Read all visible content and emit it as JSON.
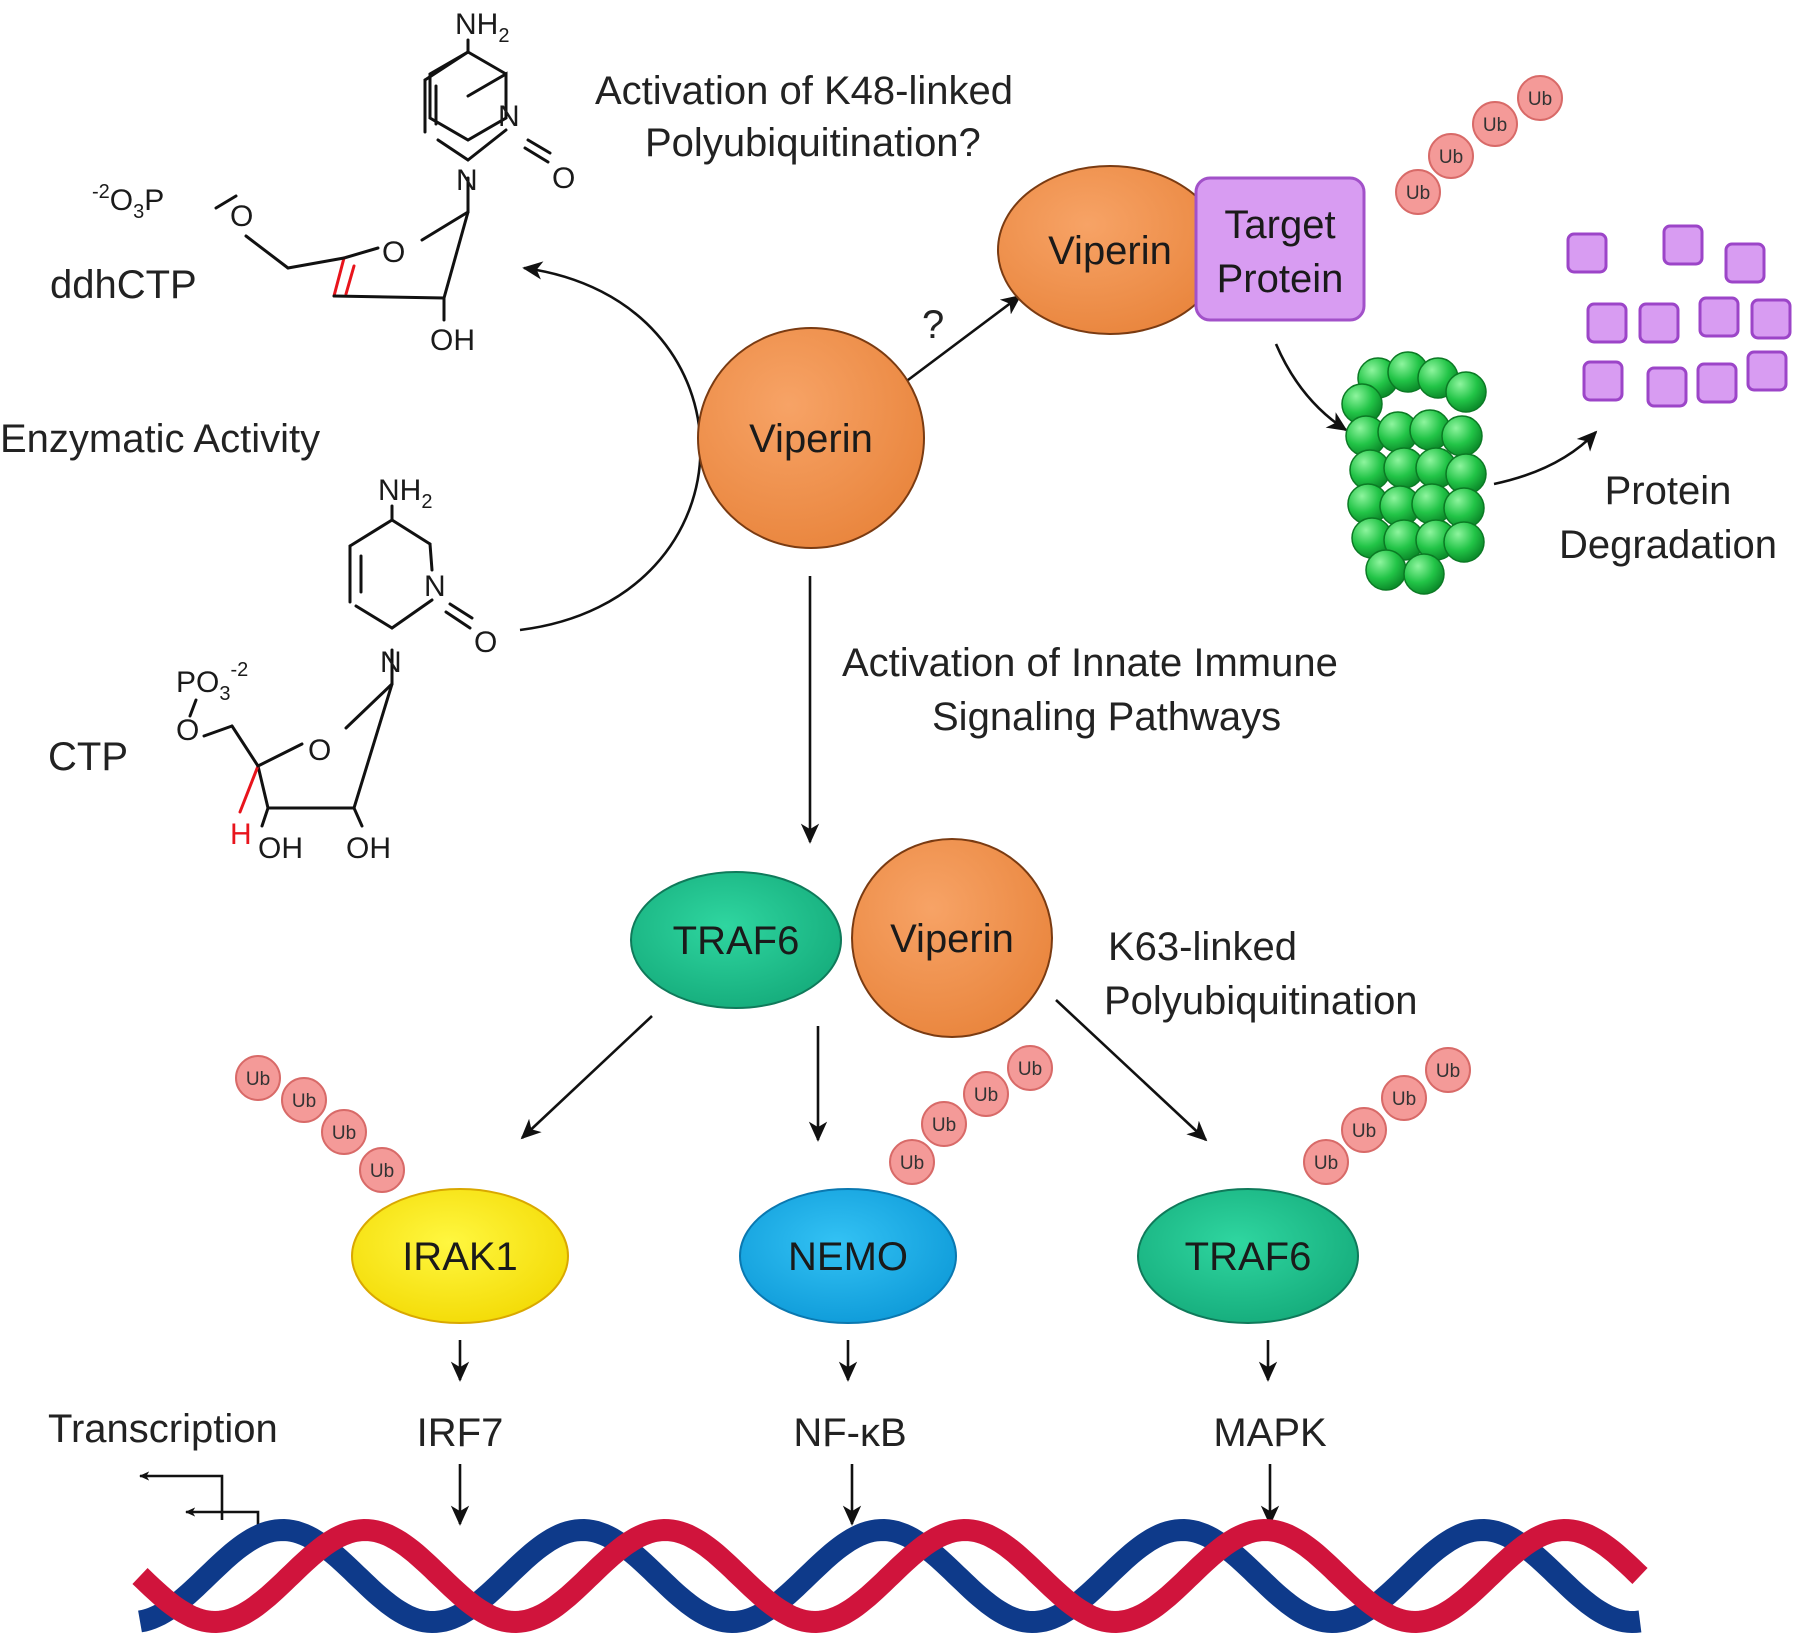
{
  "colors": {
    "viperin": "#f08c45",
    "traf6": "#1fbf8c",
    "irak1": "#fff000",
    "nemo": "#14aee8",
    "ubiquitin": "#f49a98",
    "target_protein": "#d89cf2",
    "proteasome": "#22c447",
    "dna_red": "#d0143c",
    "dna_blue": "#0e3a8a",
    "highlight_red": "#e8141c"
  },
  "labels": {
    "k48_line1": "Activation of K48-linked",
    "k48_line2": "Polyubiquitination?",
    "question_mark": "?",
    "enzymatic_activity": "Enzymatic Activity",
    "innate_line1": "Activation of Innate Immune",
    "innate_line2": "Signaling Pathways",
    "k63_line1": "K63-linked",
    "k63_line2": "Polyubiquitination",
    "degradation_line1": "Protein",
    "degradation_line2": "Degradation",
    "transcription": "Transcription"
  },
  "nodes": {
    "viperin_center": "Viperin",
    "viperin_top": "Viperin",
    "target_line1": "Target",
    "target_line2": "Protein",
    "traf6_complex": "TRAF6",
    "viperin_complex": "Viperin",
    "irak1": "IRAK1",
    "nemo": "NEMO",
    "traf6_right": "TRAF6"
  },
  "ubiquitin_label": "Ub",
  "pathways": {
    "irf7": "IRF7",
    "nfkb": "NF-κB",
    "mapk": "MAPK"
  },
  "molecules": {
    "ddhctp": {
      "name": "ddhCTP",
      "nh2": "NH",
      "nh2_sub": "2",
      "n_ring": "N",
      "n_glyco": "N",
      "carbonyl_o": "O",
      "ring_o": "O",
      "oh": "OH",
      "phosphate_ox": "O",
      "phosphate_sub": "3",
      "phosphate_p": "P",
      "phosphate_charge": "-2",
      "linker_o": "O"
    },
    "ctp": {
      "name": "CTP",
      "nh2": "NH",
      "nh2_sub": "2",
      "n_ring": "N",
      "n_glyco": "N",
      "carbonyl_o": "O",
      "ring_o": "O",
      "oh_left": "OH",
      "oh_right": "OH",
      "h_red": "H",
      "phosphate_po": "PO",
      "phosphate_sub": "3",
      "phosphate_charge": "-2",
      "linker_o": "O"
    }
  }
}
